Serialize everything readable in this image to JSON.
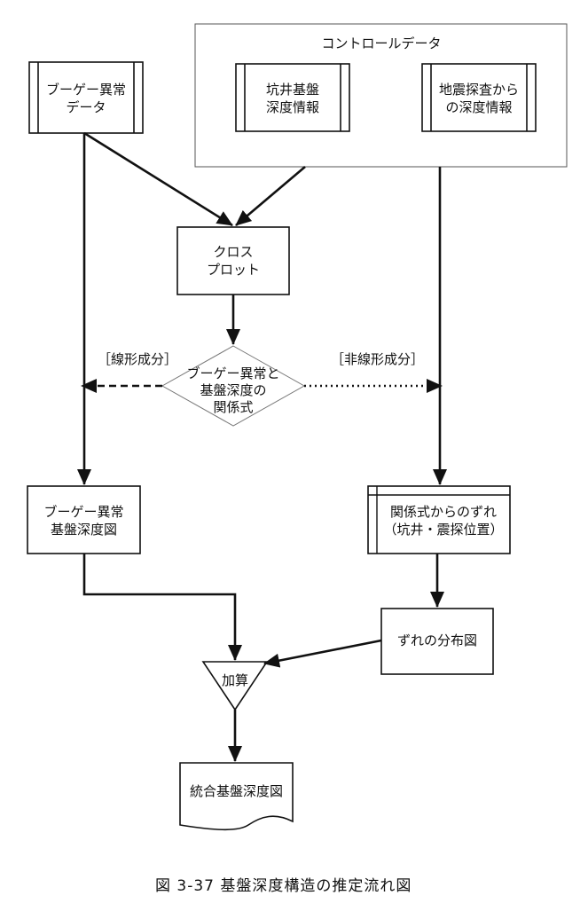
{
  "diagram": {
    "group_label": "コントロールデータ",
    "nodes": {
      "bouguer_data": [
        "ブーゲー異常",
        "データ"
      ],
      "well_depth": [
        "坑井基盤",
        "深度情報"
      ],
      "seismic_depth": [
        "地震探査から",
        "の深度情報"
      ],
      "cross_plot": [
        "クロス",
        "プロット"
      ],
      "relation": [
        "ブーゲー異常と",
        "基盤深度の",
        "関係式"
      ],
      "bouguer_depth_map": [
        "ブーゲー異常",
        "基盤深度図"
      ],
      "deviation": [
        "関係式からのずれ",
        "（坑井・震探位置）"
      ],
      "deviation_map": "ずれの分布図",
      "addition": "加算",
      "integrated_map": "統合基盤深度図"
    },
    "edge_labels": {
      "linear": "［線形成分］",
      "nonlinear": "［非線形成分］"
    },
    "caption": "図 3-37  基盤深度構造の推定流れ図"
  }
}
